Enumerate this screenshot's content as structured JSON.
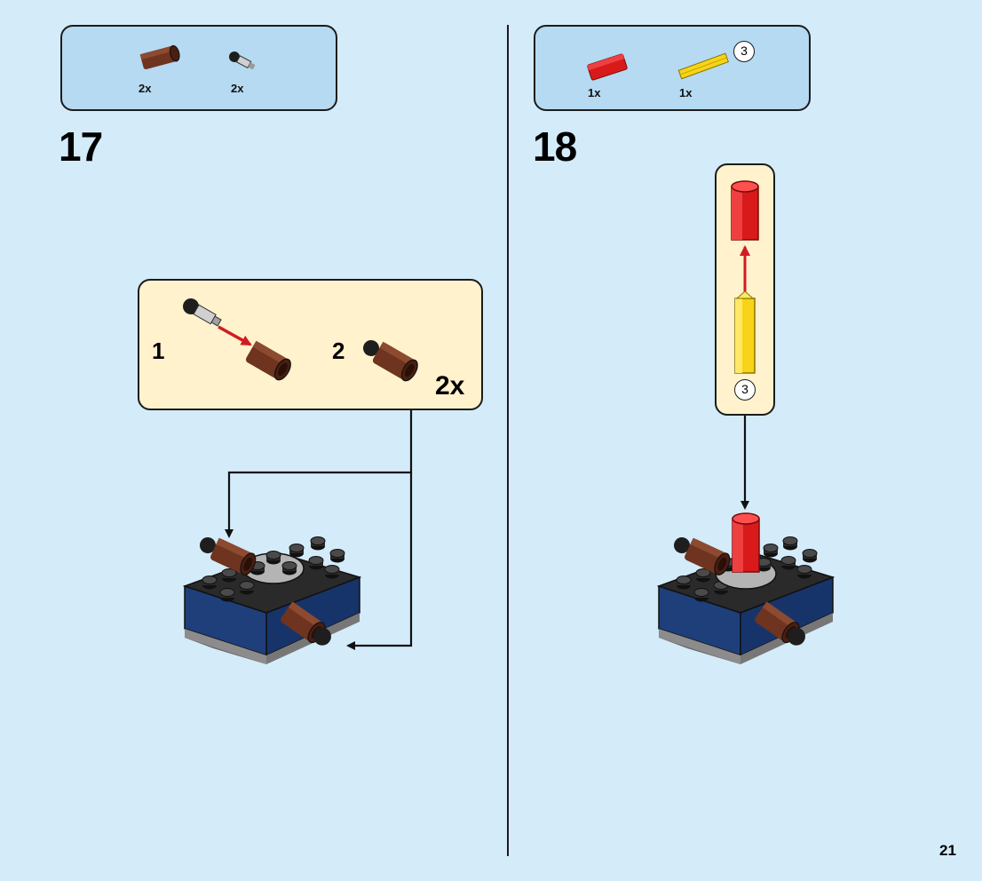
{
  "page_number": "21",
  "steps": [
    {
      "number": "17",
      "parts": [
        {
          "icon": "brown-connector-pin-icon",
          "qty": "2x"
        },
        {
          "icon": "black-axle-pin-icon",
          "qty": "2x"
        }
      ],
      "callout": {
        "substeps": [
          "1",
          "2"
        ],
        "multiplier": "2x"
      }
    },
    {
      "number": "18",
      "parts": [
        {
          "icon": "red-axle-connector-icon",
          "qty": "1x"
        },
        {
          "icon": "yellow-axle-icon",
          "qty": "1x",
          "length": "3"
        }
      ],
      "callout": {
        "axle_length": "3"
      }
    }
  ],
  "colors": {
    "background": "#d4ebfa",
    "parts_box": "#b5daf2",
    "callout": "#fff2cc",
    "arrow_red": "#d01c24",
    "brick_blue": "#1e3f7a",
    "brick_black": "#2a2a2a",
    "brick_gray": "#8c8c8c",
    "part_brown": "#6e3420",
    "part_red": "#d81a1a",
    "part_yellow": "#f7d418"
  }
}
